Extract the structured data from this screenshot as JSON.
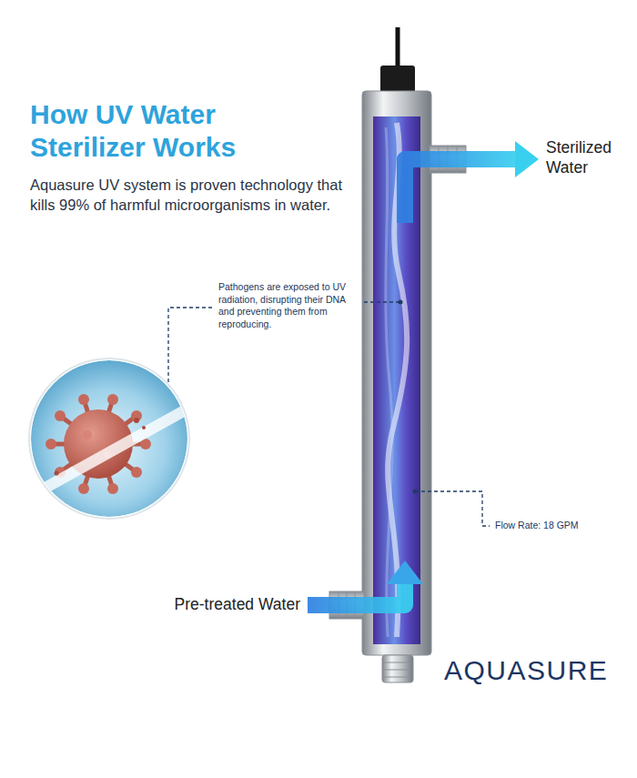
{
  "diagram": {
    "title": "How UV Water Sterilizer Works",
    "labels": [
      "Aquasure UV system is proven technology that kills 99% of harmful microorganisms in water.",
      "Pathogens are exposed to UV radiation, disrupting their DNA and preventing them from reproducing.",
      "Sterilized Water",
      "Pre-treated Water",
      "Flow Rate: 18 GPM",
      "AQUASURE"
    ]
  }
}
